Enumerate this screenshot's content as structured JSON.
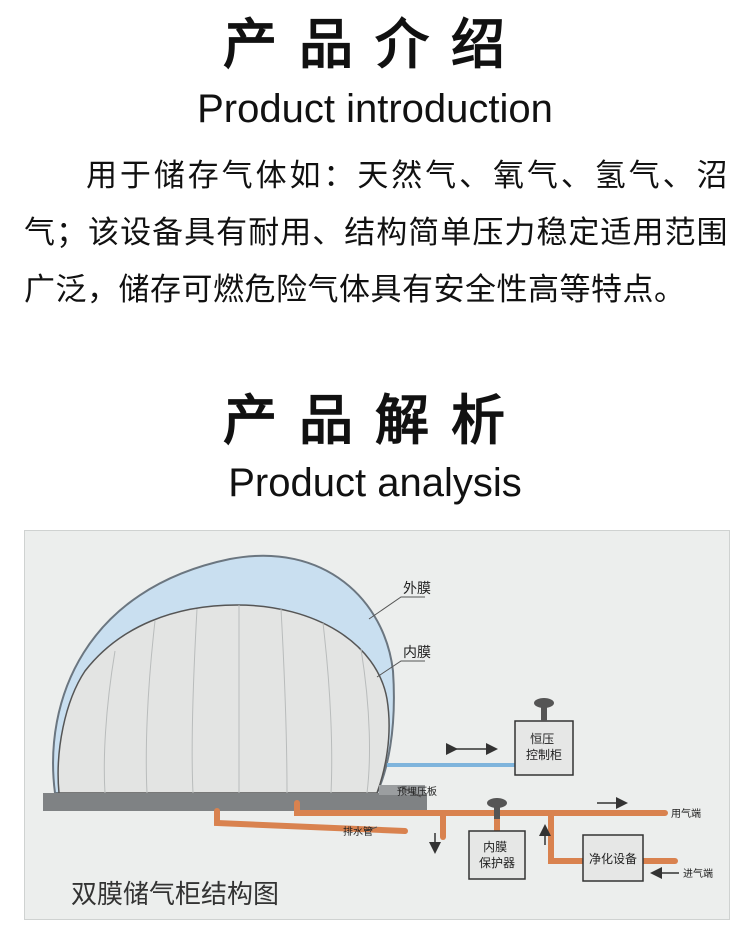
{
  "header1": {
    "title_cn": "产品介绍",
    "title_en": "Product introduction"
  },
  "intro_text": "用于储存气体如：天然气、氧气、氢气、沼气；该设备具有耐用、结构简单压力稳定适用范围广泛，储存可燃危险气体具有安全性高等特点。",
  "header2": {
    "title_cn": "产品解析",
    "title_en": "Product analysis"
  },
  "diagram": {
    "labels": {
      "outer_membrane": "外膜",
      "inner_membrane": "内膜",
      "constant_pressure_cabinet": "恒压\n控制柜",
      "embedded_plate": "预埋压板",
      "drain_pipe": "排水管",
      "gas_outlet": "用气端",
      "gas_inlet": "进气端",
      "inner_membrane_protector": "内膜\n保护器",
      "purification_equipment": "净化设备"
    },
    "caption": "双膜储气柜结构图",
    "colors": {
      "outer_membrane": "#c9dff0",
      "inner_membrane": "#e3e4e3",
      "pipe": "#d9824f",
      "base": "#7f8284",
      "box": "#e6e7e6"
    },
    "icons": [
      "double-arrow-icon",
      "arrow-right-icon",
      "arrow-left-icon",
      "arrow-down-icon",
      "arrow-up-icon",
      "vent-cap-icon"
    ]
  }
}
